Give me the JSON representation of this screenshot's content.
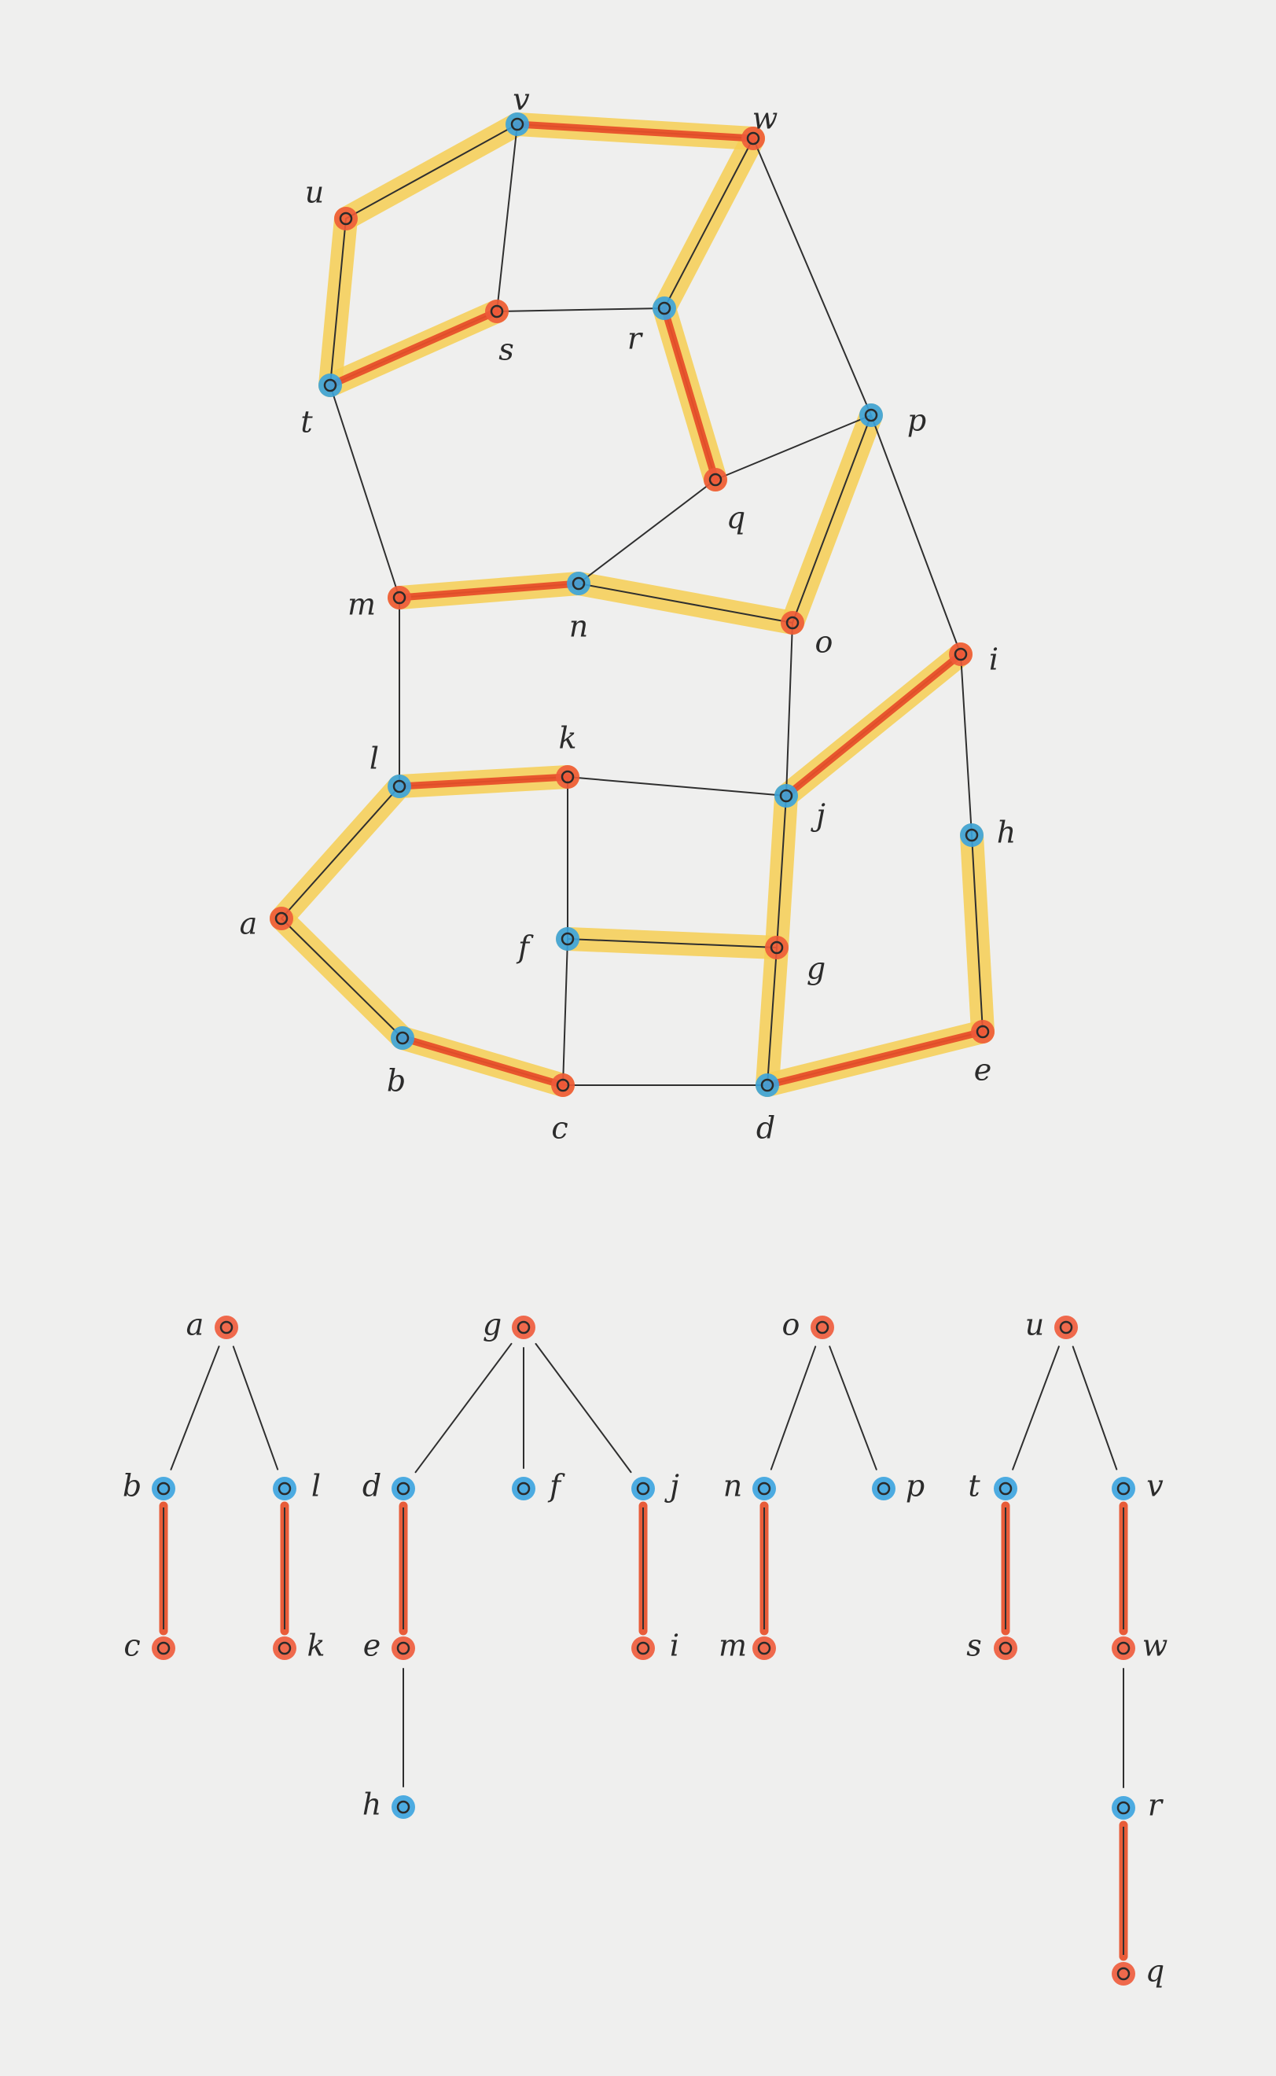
{
  "colors": {
    "background": "#efefee",
    "edge": "#2f2f2f",
    "highlight": "#f7cf54",
    "matched_edge": "#e8502a",
    "red_node": "#ee5a3a",
    "blue_node": "#3aa3df"
  },
  "graph": {
    "nodes": [
      {
        "id": "a",
        "label": "a",
        "color": "red"
      },
      {
        "id": "b",
        "label": "b",
        "color": "blue"
      },
      {
        "id": "c",
        "label": "c",
        "color": "red"
      },
      {
        "id": "d",
        "label": "d",
        "color": "blue"
      },
      {
        "id": "e",
        "label": "e",
        "color": "red"
      },
      {
        "id": "f",
        "label": "f",
        "color": "blue"
      },
      {
        "id": "g",
        "label": "g",
        "color": "red"
      },
      {
        "id": "h",
        "label": "h",
        "color": "blue"
      },
      {
        "id": "i",
        "label": "i",
        "color": "red"
      },
      {
        "id": "j",
        "label": "j",
        "color": "blue"
      },
      {
        "id": "k",
        "label": "k",
        "color": "red"
      },
      {
        "id": "l",
        "label": "l",
        "color": "blue"
      },
      {
        "id": "m",
        "label": "m",
        "color": "red"
      },
      {
        "id": "n",
        "label": "n",
        "color": "blue"
      },
      {
        "id": "o",
        "label": "o",
        "color": "red"
      },
      {
        "id": "p",
        "label": "p",
        "color": "blue"
      },
      {
        "id": "q",
        "label": "q",
        "color": "red"
      },
      {
        "id": "r",
        "label": "r",
        "color": "blue"
      },
      {
        "id": "s",
        "label": "s",
        "color": "red"
      },
      {
        "id": "t",
        "label": "t",
        "color": "blue"
      },
      {
        "id": "u",
        "label": "u",
        "color": "red"
      },
      {
        "id": "v",
        "label": "v",
        "color": "blue"
      },
      {
        "id": "w",
        "label": "w",
        "color": "red"
      }
    ],
    "edges": [
      {
        "from": "v",
        "to": "w",
        "highlight": true,
        "matched": true
      },
      {
        "from": "u",
        "to": "v",
        "highlight": true,
        "matched": false
      },
      {
        "from": "u",
        "to": "t",
        "highlight": true,
        "matched": false
      },
      {
        "from": "t",
        "to": "s",
        "highlight": true,
        "matched": true
      },
      {
        "from": "v",
        "to": "s",
        "highlight": false,
        "matched": false
      },
      {
        "from": "s",
        "to": "r",
        "highlight": false,
        "matched": false
      },
      {
        "from": "w",
        "to": "r",
        "highlight": true,
        "matched": false
      },
      {
        "from": "r",
        "to": "q",
        "highlight": true,
        "matched": true
      },
      {
        "from": "w",
        "to": "p",
        "highlight": false,
        "matched": false
      },
      {
        "from": "q",
        "to": "p",
        "highlight": false,
        "matched": false
      },
      {
        "from": "q",
        "to": "n",
        "highlight": false,
        "matched": false
      },
      {
        "from": "t",
        "to": "m",
        "highlight": false,
        "matched": false
      },
      {
        "from": "p",
        "to": "o",
        "highlight": true,
        "matched": false
      },
      {
        "from": "p",
        "to": "i",
        "highlight": false,
        "matched": false
      },
      {
        "from": "m",
        "to": "n",
        "highlight": true,
        "matched": true
      },
      {
        "from": "n",
        "to": "o",
        "highlight": true,
        "matched": false
      },
      {
        "from": "m",
        "to": "l",
        "highlight": false,
        "matched": false
      },
      {
        "from": "o",
        "to": "j",
        "highlight": false,
        "matched": false
      },
      {
        "from": "i",
        "to": "j",
        "highlight": true,
        "matched": true
      },
      {
        "from": "i",
        "to": "h",
        "highlight": false,
        "matched": false
      },
      {
        "from": "l",
        "to": "k",
        "highlight": true,
        "matched": true
      },
      {
        "from": "k",
        "to": "j",
        "highlight": false,
        "matched": false
      },
      {
        "from": "k",
        "to": "f",
        "highlight": false,
        "matched": false
      },
      {
        "from": "l",
        "to": "a",
        "highlight": true,
        "matched": false
      },
      {
        "from": "a",
        "to": "b",
        "highlight": true,
        "matched": false
      },
      {
        "from": "f",
        "to": "g",
        "highlight": true,
        "matched": false
      },
      {
        "from": "j",
        "to": "g",
        "highlight": true,
        "matched": false
      },
      {
        "from": "g",
        "to": "d",
        "highlight": true,
        "matched": false
      },
      {
        "from": "b",
        "to": "c",
        "highlight": true,
        "matched": true
      },
      {
        "from": "f",
        "to": "c",
        "highlight": false,
        "matched": false
      },
      {
        "from": "c",
        "to": "d",
        "highlight": false,
        "matched": false
      },
      {
        "from": "d",
        "to": "e",
        "highlight": true,
        "matched": true
      },
      {
        "from": "h",
        "to": "e",
        "highlight": true,
        "matched": false
      }
    ]
  },
  "forest": {
    "trees": [
      {
        "root": "a",
        "nodes": [
          {
            "id": "a",
            "label": "a",
            "color": "red"
          },
          {
            "id": "b",
            "label": "b",
            "color": "blue"
          },
          {
            "id": "l",
            "label": "l",
            "color": "blue"
          },
          {
            "id": "c",
            "label": "c",
            "color": "red"
          },
          {
            "id": "k",
            "label": "k",
            "color": "red"
          }
        ],
        "edges": [
          {
            "from": "a",
            "to": "b",
            "matched": false
          },
          {
            "from": "a",
            "to": "l",
            "matched": false
          },
          {
            "from": "b",
            "to": "c",
            "matched": true
          },
          {
            "from": "l",
            "to": "k",
            "matched": true
          }
        ]
      },
      {
        "root": "g",
        "nodes": [
          {
            "id": "g",
            "label": "g",
            "color": "red"
          },
          {
            "id": "d",
            "label": "d",
            "color": "blue"
          },
          {
            "id": "f",
            "label": "f",
            "color": "blue"
          },
          {
            "id": "j",
            "label": "j",
            "color": "blue"
          },
          {
            "id": "e",
            "label": "e",
            "color": "red"
          },
          {
            "id": "i",
            "label": "i",
            "color": "red"
          },
          {
            "id": "h",
            "label": "h",
            "color": "blue"
          }
        ],
        "edges": [
          {
            "from": "g",
            "to": "d",
            "matched": false
          },
          {
            "from": "g",
            "to": "f",
            "matched": false
          },
          {
            "from": "g",
            "to": "j",
            "matched": false
          },
          {
            "from": "d",
            "to": "e",
            "matched": true
          },
          {
            "from": "j",
            "to": "i",
            "matched": true
          },
          {
            "from": "e",
            "to": "h",
            "matched": false
          }
        ]
      },
      {
        "root": "o",
        "nodes": [
          {
            "id": "o",
            "label": "o",
            "color": "red"
          },
          {
            "id": "n",
            "label": "n",
            "color": "blue"
          },
          {
            "id": "p",
            "label": "p",
            "color": "blue"
          },
          {
            "id": "m",
            "label": "m",
            "color": "red"
          }
        ],
        "edges": [
          {
            "from": "o",
            "to": "n",
            "matched": false
          },
          {
            "from": "o",
            "to": "p",
            "matched": false
          },
          {
            "from": "n",
            "to": "m",
            "matched": true
          }
        ]
      },
      {
        "root": "u",
        "nodes": [
          {
            "id": "u",
            "label": "u",
            "color": "red"
          },
          {
            "id": "t",
            "label": "t",
            "color": "blue"
          },
          {
            "id": "v",
            "label": "v",
            "color": "blue"
          },
          {
            "id": "s",
            "label": "s",
            "color": "red"
          },
          {
            "id": "w",
            "label": "w",
            "color": "red"
          },
          {
            "id": "r",
            "label": "r",
            "color": "blue"
          },
          {
            "id": "q",
            "label": "q",
            "color": "red"
          }
        ],
        "edges": [
          {
            "from": "u",
            "to": "t",
            "matched": false
          },
          {
            "from": "u",
            "to": "v",
            "matched": false
          },
          {
            "from": "t",
            "to": "s",
            "matched": true
          },
          {
            "from": "v",
            "to": "w",
            "matched": true
          },
          {
            "from": "w",
            "to": "r",
            "matched": false
          },
          {
            "from": "r",
            "to": "q",
            "matched": true
          }
        ]
      }
    ]
  }
}
